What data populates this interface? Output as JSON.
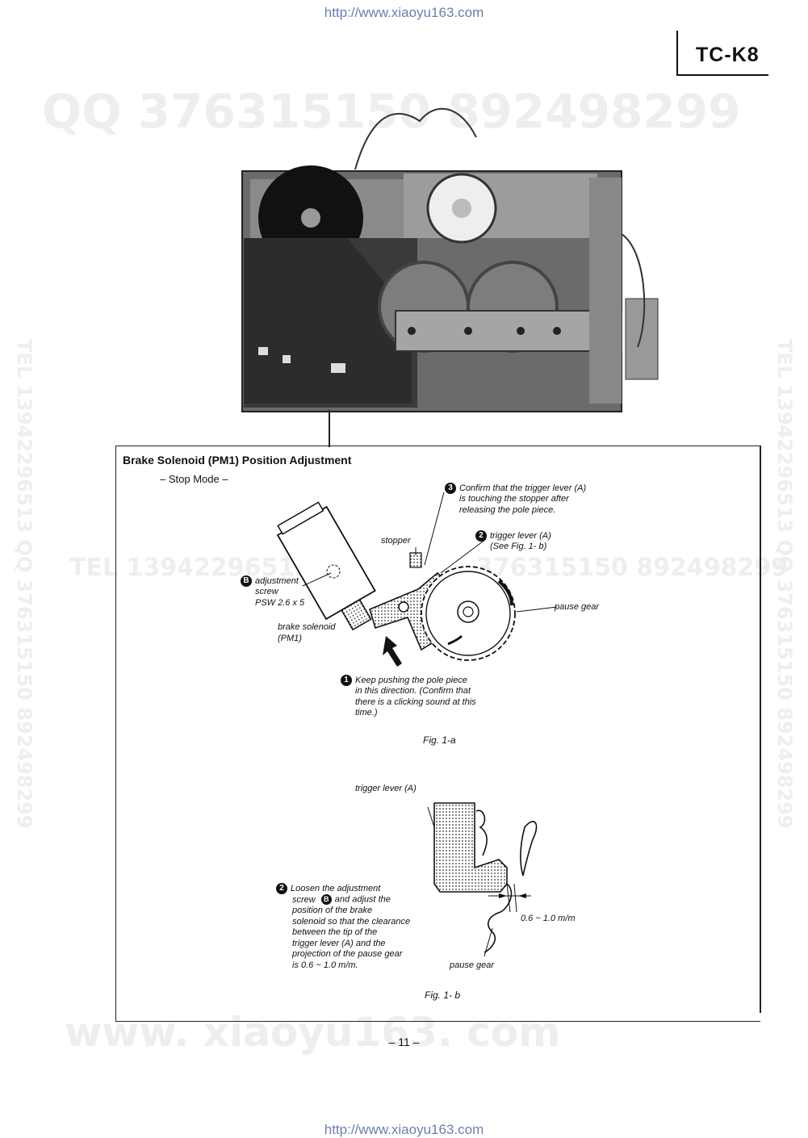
{
  "header": {
    "url_top": "http://www.xiaoyu163.com",
    "url_bottom": "http://www.xiaoyu163.com",
    "model": "TC-K8"
  },
  "watermarks": {
    "qq_line": "QQ 376315150   892498299",
    "tel_line": "TEL 13942296513",
    "tel_line2": "376315150   892498299",
    "vertical": "TEL 13942296513  QQ 376315150  892498299",
    "bottom": "www. xiaoyu163. com"
  },
  "section": {
    "title": "Brake Solenoid (PM1) Position Adjustment",
    "mode": "– Stop Mode –"
  },
  "fig1a": {
    "step3": {
      "num": "3",
      "lines": [
        "Confirm that the trigger lever (A)",
        "is touching the stopper after",
        "releasing the pole piece."
      ]
    },
    "stopper": "stopper",
    "step2": {
      "num": "2",
      "lines": [
        "trigger lever (A)",
        "(See Fig. 1- b)"
      ]
    },
    "stepB": {
      "num": "B",
      "lines": [
        "adjustment",
        "screw",
        "PSW 2.6 x 5"
      ]
    },
    "pause_gear": "pause gear",
    "solenoid": {
      "lines": [
        "brake solenoid",
        "(PM1)"
      ]
    },
    "step1": {
      "num": "1",
      "lines": [
        "Keep pushing the pole piece",
        "in this direction.  (Confirm that",
        "there is a clicking sound at this",
        "time.)"
      ]
    },
    "caption": "Fig.  1-a"
  },
  "fig1b": {
    "trigger_label": "trigger lever (A)",
    "step2": {
      "num": "2",
      "lines": [
        "Loosen the adjustment",
        "screw",
        "and adjust the",
        "position of the brake",
        "solenoid so that the clearance",
        "between the tip of the",
        "trigger lever (A) and the",
        "projection of the pause gear",
        "is 0.6 ~ 1.0 m/m."
      ],
      "inline_num": "B"
    },
    "clearance": "0.6 ~ 1.0 m/m",
    "pause_gear": "pause gear",
    "caption": "Fig.  1- b"
  },
  "footer": {
    "page": "– 11 –"
  },
  "colors": {
    "url": "#6c7fae",
    "watermark": "#eeeeee",
    "ink": "#111111"
  }
}
